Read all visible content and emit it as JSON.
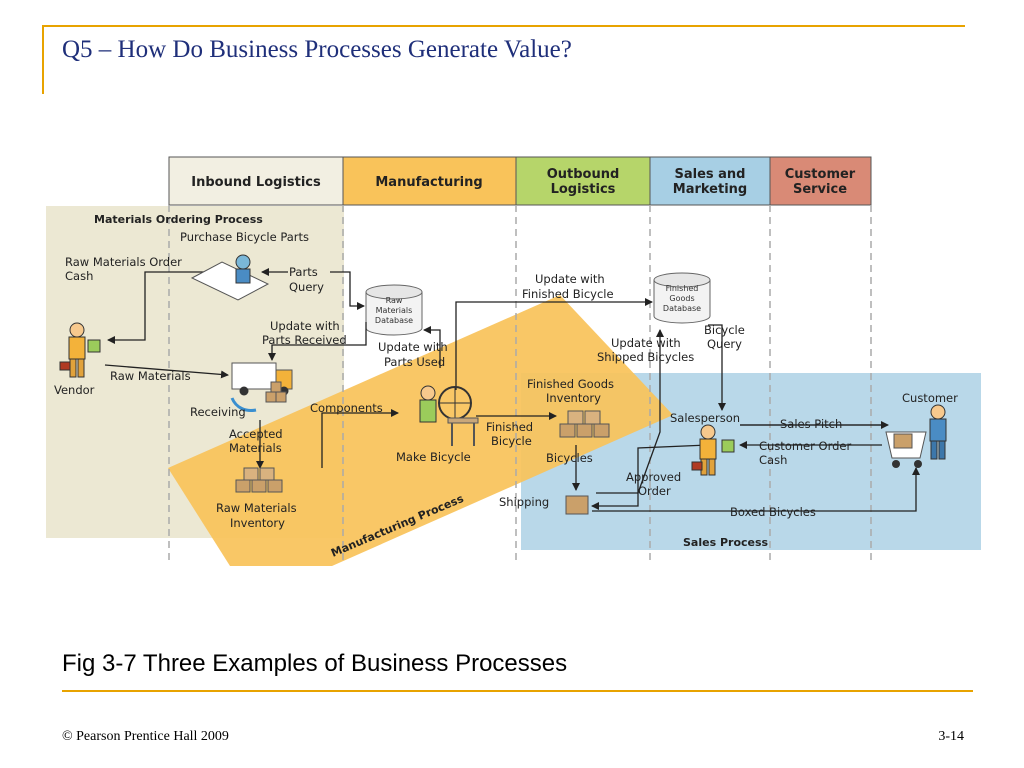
{
  "slide": {
    "title": "Q5 – How Do Business Processes Generate Value?",
    "caption": "Fig 3-7 Three Examples of Business Processes",
    "footer_left": "© Pearson Prentice Hall 2009",
    "footer_right": "3-14"
  },
  "colors": {
    "accent_rule": "#e8a300",
    "title": "#1f2f7a",
    "inbound": "#f2efe2",
    "manufacturing": "#f9c35a",
    "outbound": "#b6d56a",
    "sales": "#a7cfe4",
    "service": "#d98a76",
    "materials_region": "#ece8d3",
    "manufacturing_region": "#f9c35a",
    "sales_region": "#b9d8e9"
  },
  "diagram": {
    "columns": {
      "inbound": "Inbound Logistics",
      "manufacturing": "Manufacturing",
      "outbound_1": "Outbound",
      "outbound_2": "Logistics",
      "sales_1": "Sales and",
      "sales_2": "Marketing",
      "service_1": "Customer",
      "service_2": "Service"
    },
    "regions": {
      "materials": "Materials Ordering Process",
      "manufacturing": "Manufacturing Process",
      "sales": "Sales Process"
    },
    "labels": {
      "purchase_parts": "Purchase Bicycle Parts",
      "raw_order_1": "Raw Materials Order",
      "raw_order_2": "Cash",
      "parts_query_1": "Parts",
      "parts_query_2": "Query",
      "vendor": "Vendor",
      "update_parts_1": "Update with",
      "update_parts_2": "Parts Received",
      "raw_materials": "Raw Materials",
      "receiving": "Receiving",
      "accepted_1": "Accepted",
      "accepted_2": "Materials",
      "components": "Components",
      "raw_inventory_1": "Raw Materials",
      "raw_inventory_2": "Inventory",
      "update_used_1": "Update with",
      "update_used_2": "Parts Used",
      "make_bicycle": "Make Bicycle",
      "update_finished_1": "Update with",
      "update_finished_2": "Finished Bicycle",
      "finished_bicycle_1": "Finished",
      "finished_bicycle_2": "Bicycle",
      "finished_inventory_1": "Finished Goods",
      "finished_inventory_2": "Inventory",
      "bicycles": "Bicycles",
      "shipping": "Shipping",
      "update_shipped_1": "Update with",
      "update_shipped_2": "Shipped Bicycles",
      "bicycle_query_1": "Bicycle",
      "bicycle_query_2": "Query",
      "salesperson": "Salesperson",
      "sales_pitch": "Sales Pitch",
      "customer": "Customer",
      "customer_order_1": "Customer Order",
      "customer_order_2": "Cash",
      "approved_1": "Approved",
      "approved_2": "Order",
      "boxed_bicycles": "Boxed Bicycles"
    },
    "databases": {
      "raw_1": "Raw",
      "raw_2": "Materials",
      "raw_3": "Database",
      "finished_1": "Finished",
      "finished_2": "Goods",
      "finished_3": "Database"
    }
  }
}
